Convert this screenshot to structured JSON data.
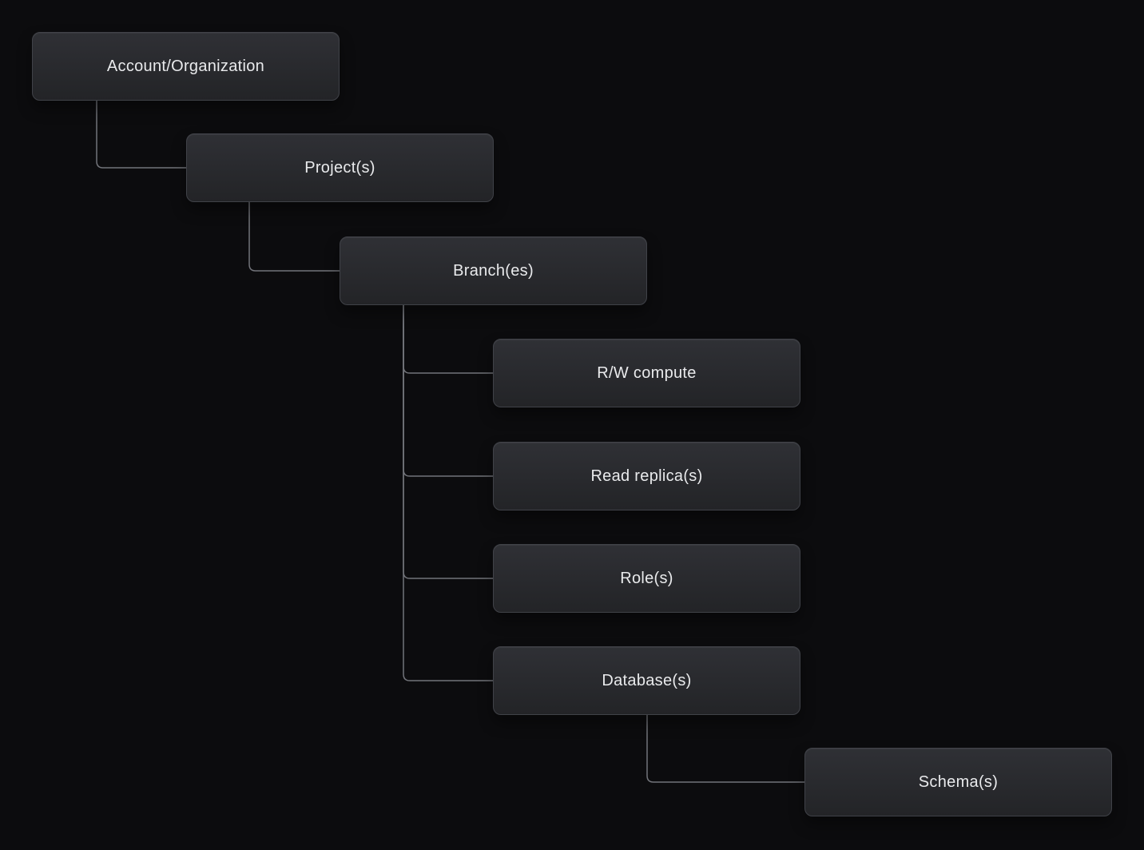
{
  "diagram": {
    "nodes": [
      {
        "id": "account-organization",
        "label": "Account/Organization"
      },
      {
        "id": "projects",
        "label": "Project(s)"
      },
      {
        "id": "branches",
        "label": "Branch(es)"
      },
      {
        "id": "rw-compute",
        "label": "R/W compute"
      },
      {
        "id": "read-replicas",
        "label": "Read replica(s)"
      },
      {
        "id": "roles",
        "label": "Role(s)"
      },
      {
        "id": "databases",
        "label": "Database(s)"
      },
      {
        "id": "schemas",
        "label": "Schema(s)"
      }
    ],
    "edges": [
      {
        "from": "account-organization",
        "to": "projects"
      },
      {
        "from": "projects",
        "to": "branches"
      },
      {
        "from": "branches",
        "to": "rw-compute"
      },
      {
        "from": "branches",
        "to": "read-replicas"
      },
      {
        "from": "branches",
        "to": "roles"
      },
      {
        "from": "branches",
        "to": "databases"
      },
      {
        "from": "databases",
        "to": "schemas"
      }
    ]
  },
  "colors": {
    "background": "#0c0c0e",
    "node_fill_top": "#2f3035",
    "node_fill_bottom": "#232427",
    "node_border": "#404248",
    "node_text": "#e9eaec",
    "connector": "#72747a"
  }
}
